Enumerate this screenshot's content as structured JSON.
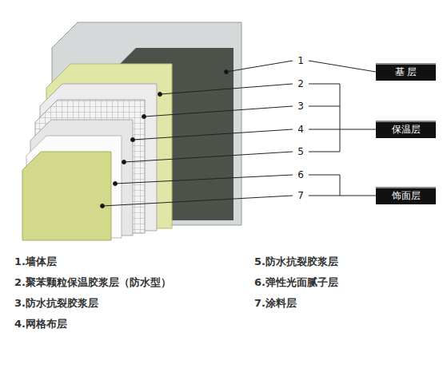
{
  "diagram": {
    "nodes": [
      {
        "text": [
          "基 层"
        ]
      },
      {
        "text": [
          "保温层"
        ]
      },
      {
        "text": [
          "饰面层"
        ]
      }
    ],
    "labels": [
      "1",
      "2",
      "3",
      "4",
      "5",
      "6",
      "7",
      "1.墙体层",
      "2.聚苯颗粒保温胶浆层（防水型）",
      "3.防水抗裂胶浆层",
      "4.网格布层",
      "5.防水抗裂胶浆层",
      "6.弹性光面腻子层",
      "7.涂料层"
    ]
  }
}
